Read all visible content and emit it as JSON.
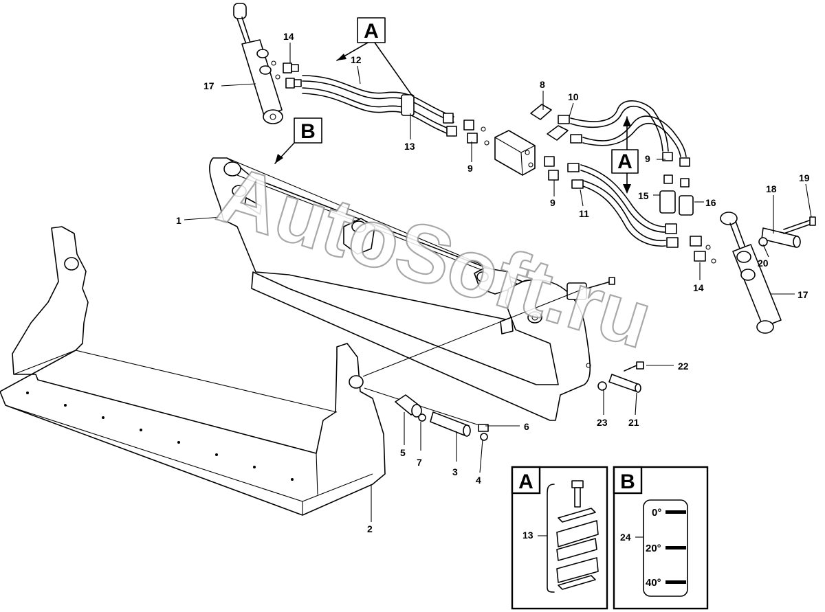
{
  "watermark": "AutoSoft.ru",
  "callouts": {
    "c1": "1",
    "c2": "2",
    "c3": "3",
    "c4": "4",
    "c5": "5",
    "c6": "6",
    "c7": "7",
    "c8": "8",
    "c9a": "9",
    "c9b": "9",
    "c9c": "9",
    "c10": "10",
    "c11": "11",
    "c12": "12",
    "c13": "13",
    "c14a": "14",
    "c14b": "14",
    "c15": "15",
    "c16": "16",
    "c17a": "17",
    "c17b": "17",
    "c18": "18",
    "c19": "19",
    "c20": "20",
    "c21": "21",
    "c22": "22",
    "c23": "23"
  },
  "view_tags": {
    "top_a": "A",
    "mid_a": "A",
    "top_b": "B"
  },
  "inset_a": {
    "tag": "A",
    "callout": "13"
  },
  "inset_b": {
    "tag": "B",
    "callout": "24",
    "scale": [
      "0°",
      "20°",
      "40°"
    ]
  }
}
